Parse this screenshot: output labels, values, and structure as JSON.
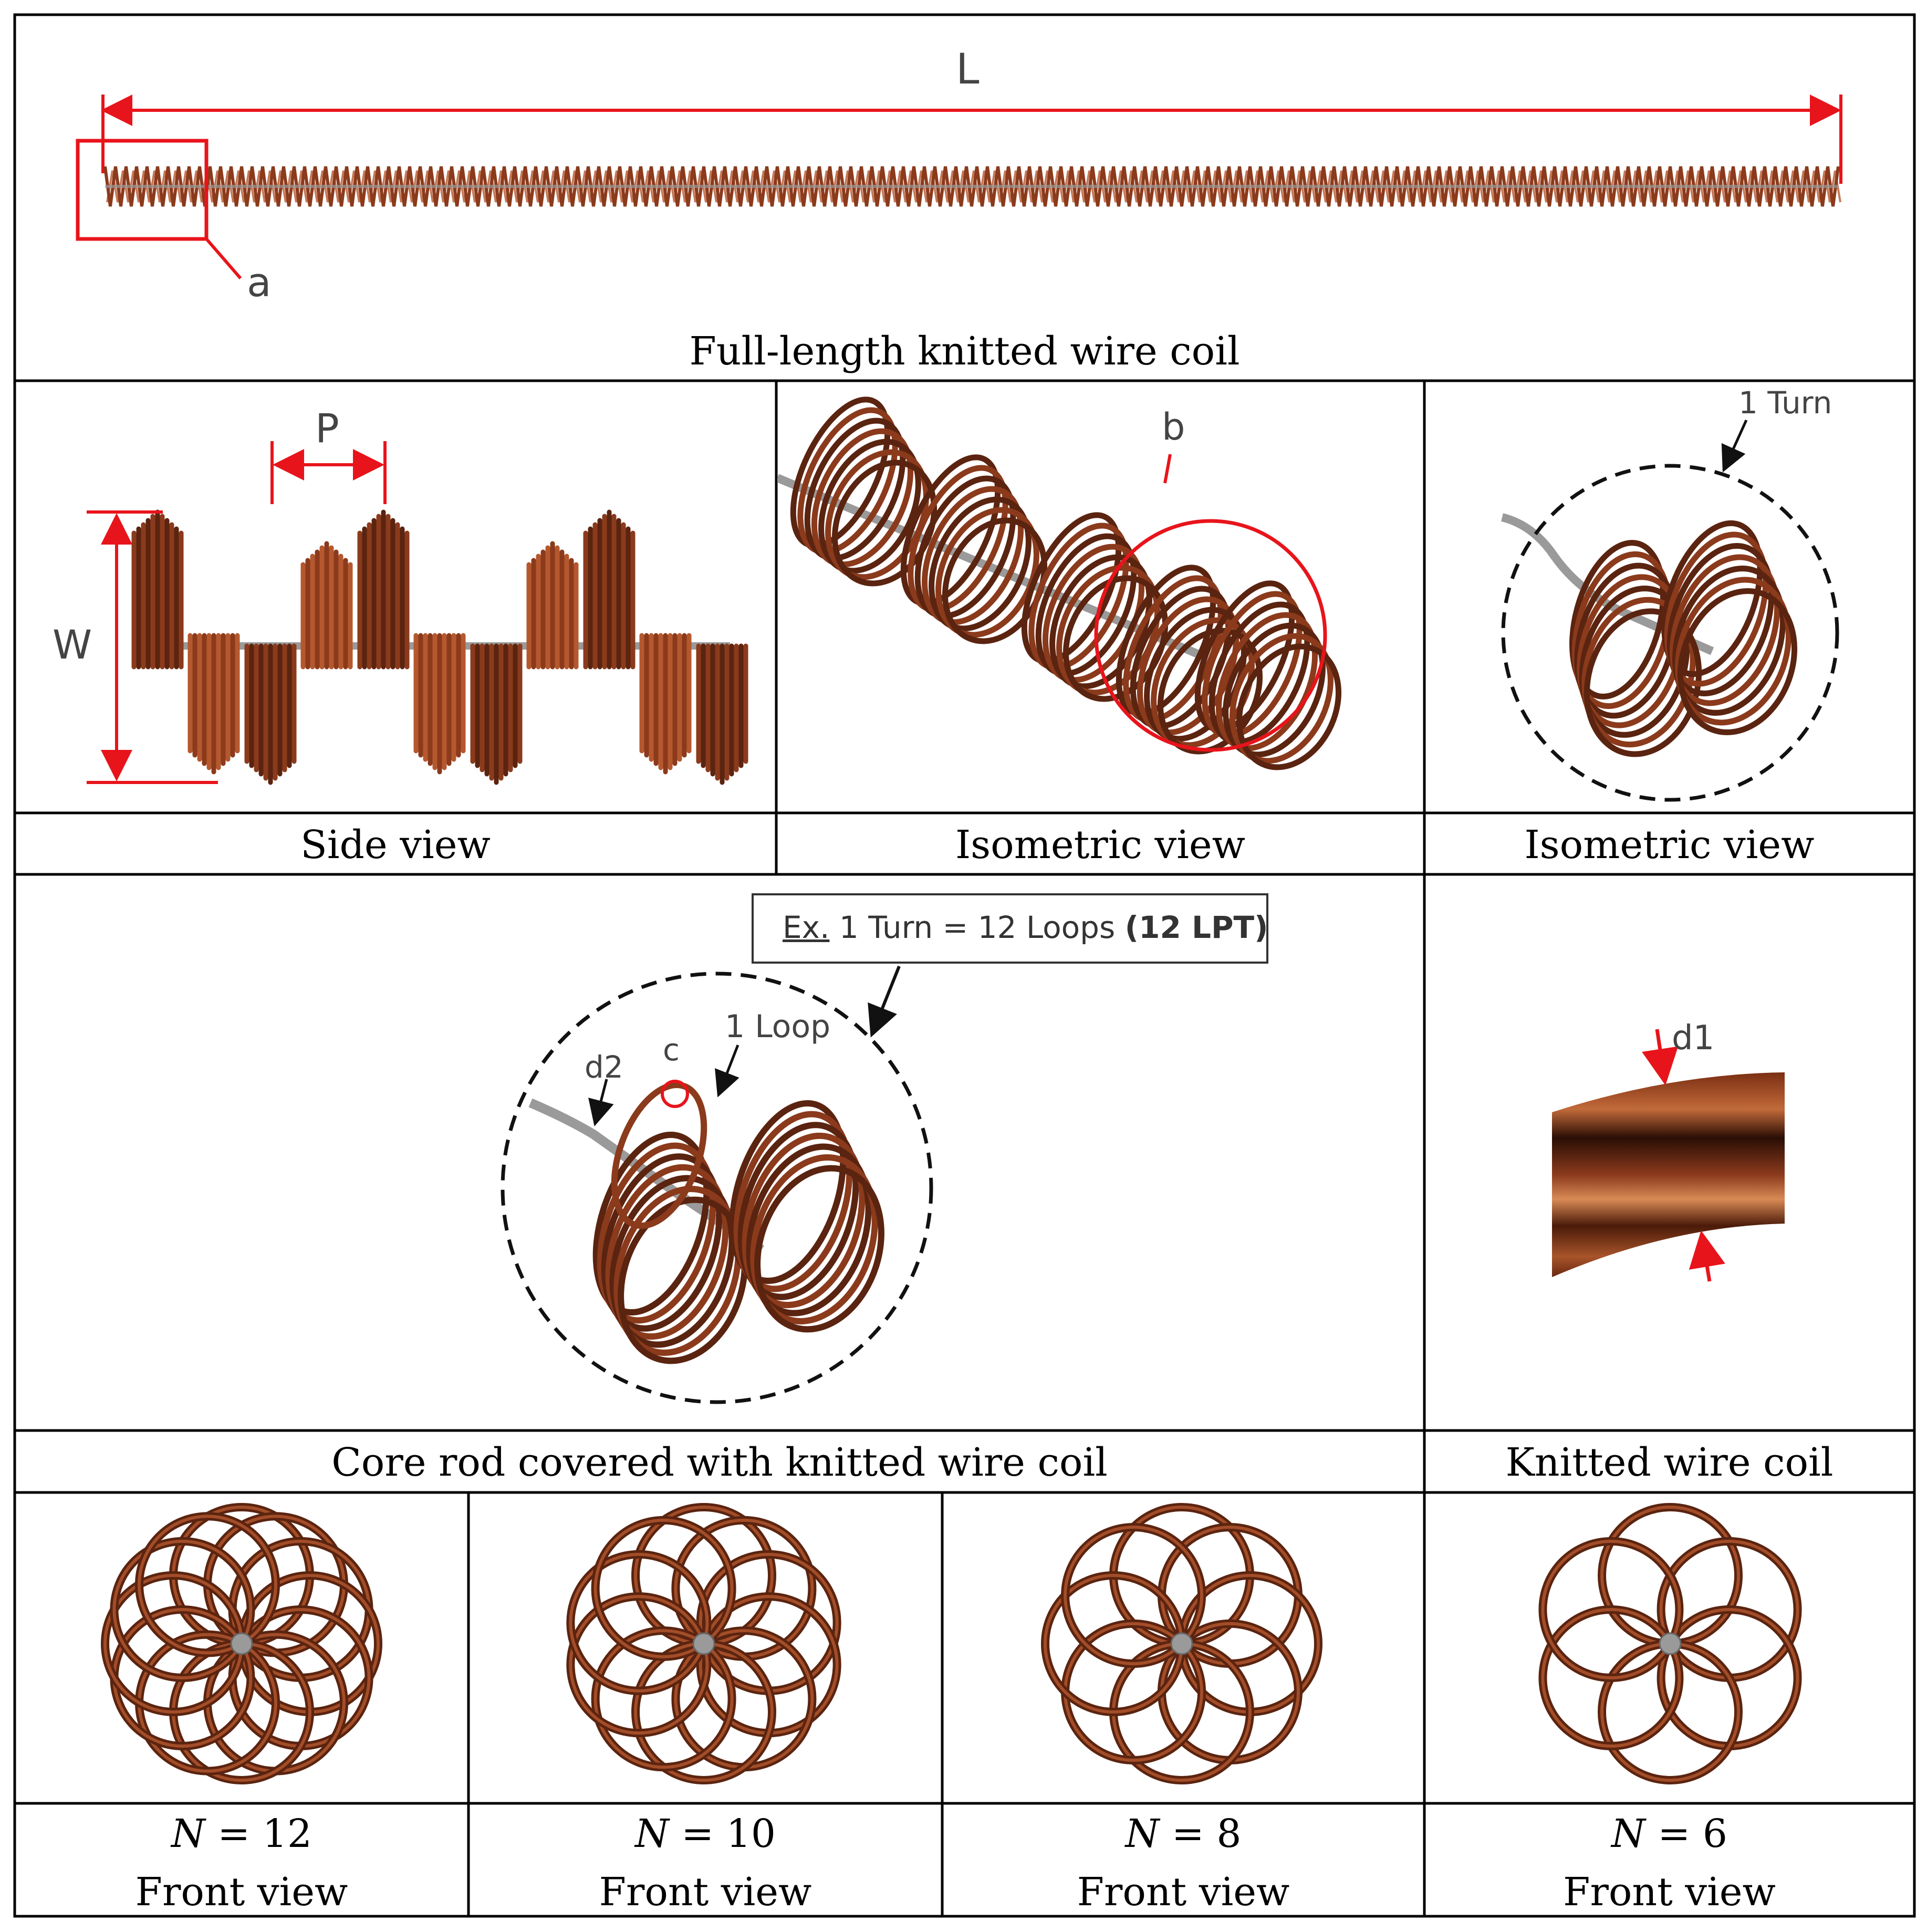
{
  "colors": {
    "border": "#000000",
    "dimension": "#e8141b",
    "wire": "#8b3a1c",
    "wire_dark": "#5a2410",
    "wire_light": "#b5582e",
    "rod": "#9a9a9a",
    "dashed": "#1a1a1a"
  },
  "panels": {
    "full_length": {
      "caption": "Full-length knitted wire coil",
      "label_L": "L",
      "label_a": "a"
    },
    "side_view": {
      "caption": "Side view",
      "label_P": "P",
      "label_W": "W"
    },
    "iso_view_1": {
      "caption": "Isometric view",
      "label_b": "b"
    },
    "iso_view_2": {
      "caption": "Isometric view",
      "label_turn": "1 Turn"
    },
    "core_rod": {
      "caption": "Core rod covered with knitted wire coil",
      "box_prefix": "Ex.",
      "box_text": " 1 Turn = 12 Loops ",
      "box_bold": "(12 LPT)",
      "label_loop": "1 Loop",
      "label_c": "c",
      "label_d2": "d2"
    },
    "wire_coil": {
      "caption": "Knitted wire coil",
      "label_d1": "d1"
    },
    "front_views": [
      {
        "n_symbol": "N",
        "n_value": "= 12",
        "loops": 12,
        "caption": "Front view"
      },
      {
        "n_symbol": "N",
        "n_value": "= 10",
        "loops": 10,
        "caption": "Front view"
      },
      {
        "n_symbol": "N",
        "n_value": "= 8",
        "loops": 8,
        "caption": "Front view"
      },
      {
        "n_symbol": "N",
        "n_value": "= 6",
        "loops": 6,
        "caption": "Front view"
      }
    ]
  }
}
